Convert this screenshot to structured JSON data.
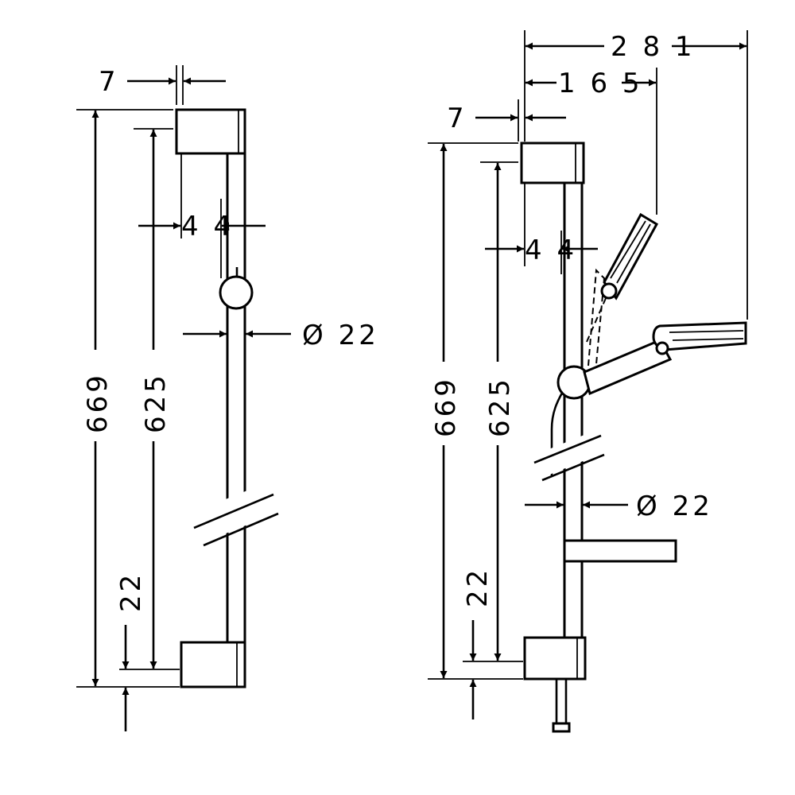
{
  "left_view": {
    "dim_top_offset": "7",
    "dim_rail_to_wall": "4 4",
    "dim_diameter": "Ø 22",
    "dim_total_height": "669",
    "dim_center_height": "625",
    "dim_bottom_offset": "22"
  },
  "right_view": {
    "dim_total_reach": "2 8 1",
    "dim_handshower_reach": "1 6 5",
    "dim_top_offset": "7",
    "dim_rail_to_wall": "4 4",
    "dim_diameter": "Ø 22",
    "dim_total_height": "669",
    "dim_center_height": "625",
    "dim_bottom_offset": "22"
  }
}
